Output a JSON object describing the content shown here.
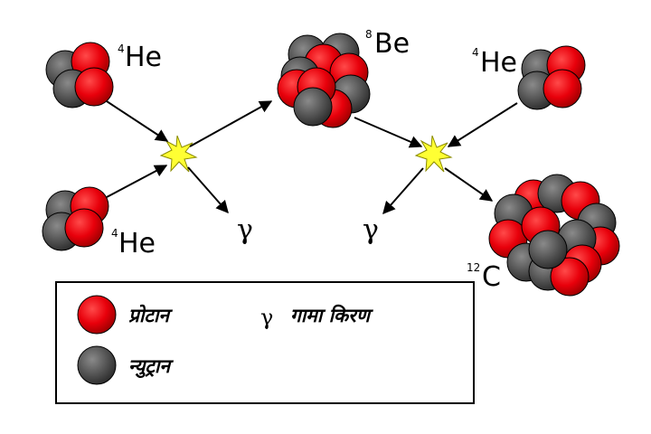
{
  "nuclei": {
    "he_a": {
      "mass": "4",
      "symbol": "He"
    },
    "he_b": {
      "mass": "4",
      "symbol": "He"
    },
    "be": {
      "mass": "8",
      "symbol": "Be"
    },
    "he_c": {
      "mass": "4",
      "symbol": "He"
    },
    "c": {
      "mass": "12",
      "symbol": "C"
    }
  },
  "gamma_symbol": "γ",
  "legend": {
    "proton_label": "प्रोटान",
    "neutron_label": "न्युट्रान",
    "gamma_symbol": "γ",
    "gamma_label": "गामा किरण"
  },
  "colors": {
    "proton": "#e8000b",
    "neutron": "#555555",
    "star": "#ffff33",
    "arrow": "#000000"
  }
}
